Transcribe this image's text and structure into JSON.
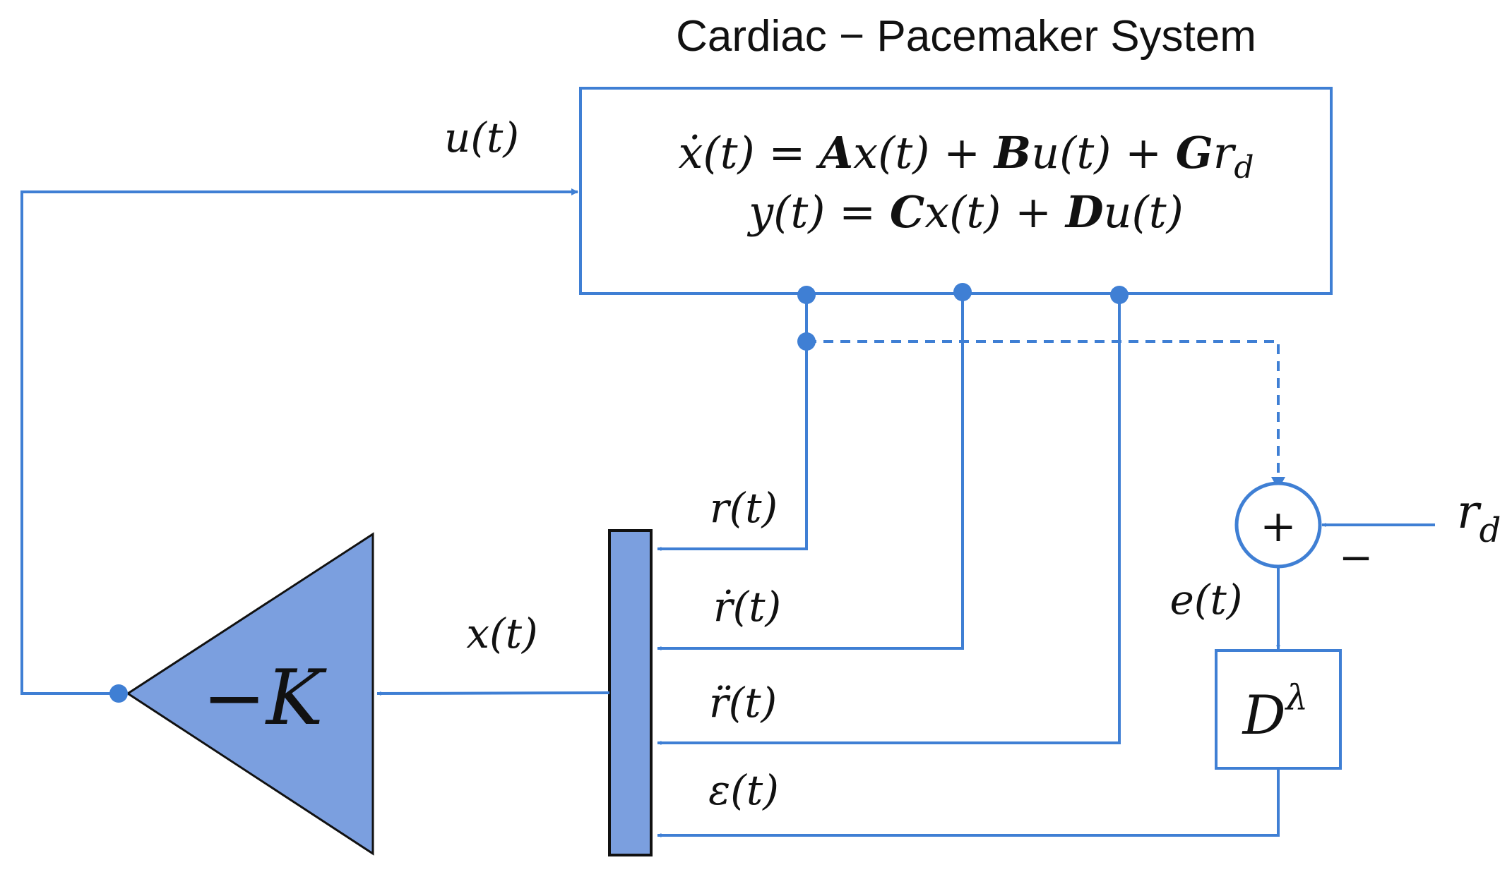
{
  "title": "Cardiac − Pacemaker System",
  "system": {
    "eq1": {
      "lhs": "ẋ(t) = ",
      "A": "A",
      "t1": "x(t) + ",
      "B": "B",
      "t2": "u(t) + ",
      "G": "G",
      "r": "r",
      "sub": "d"
    },
    "eq2": {
      "lhs": "y(t) = ",
      "C": "C",
      "t1": "x(t) + ",
      "D": "D",
      "t2": "u(t)"
    }
  },
  "signals": {
    "u": "u(t)",
    "x": "x(t)",
    "r": "r(t)",
    "rdot": "ṙ(t)",
    "rddot": "r̈(t)",
    "eps": "ε(t)",
    "e": "e(t)",
    "rd_r": "r",
    "rd_sub": "d"
  },
  "gain": {
    "label": "−K"
  },
  "summer": {
    "symbol": "+",
    "minus": "−"
  },
  "fractional": {
    "base": "D",
    "exp": "λ"
  },
  "colors": {
    "wire": "#3f7fd4",
    "fill": "#7b9fdf",
    "stroke": "#111111"
  }
}
